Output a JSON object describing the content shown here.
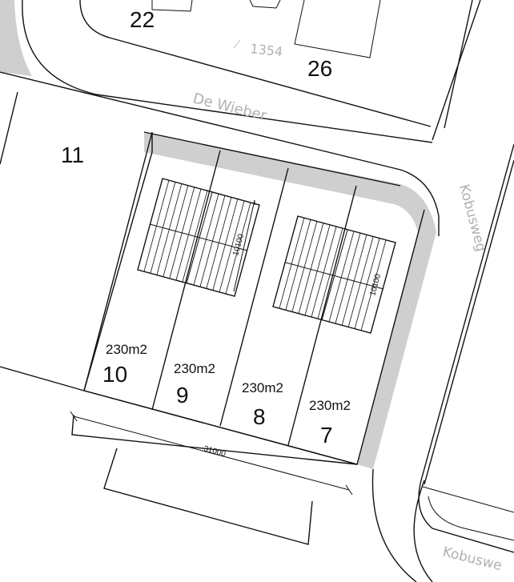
{
  "streets": {
    "de_wieber": "De Wieber",
    "kobusweg_upper": "Kobusweg",
    "kobusweg_lower": "Kobuswe"
  },
  "parcel_ref": "1354",
  "plots": {
    "p22": "22",
    "p26": "26",
    "p11": "11",
    "p10": {
      "number": "10",
      "area": "230m2"
    },
    "p9": {
      "number": "9",
      "area": "230m2"
    },
    "p8": {
      "number": "8",
      "area": "230m2"
    },
    "p7": {
      "number": "7",
      "area": "230m2"
    }
  },
  "dimensions": {
    "frontage": "31000",
    "building_left": "10100",
    "building_right": "10100"
  }
}
